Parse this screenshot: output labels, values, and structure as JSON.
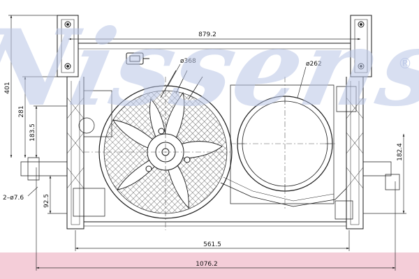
{
  "brand": {
    "watermark_text": "Nissens",
    "registered_mark": "®",
    "watermark_color": "#b8c4e6",
    "band_color": "#f4cdd8"
  },
  "dimensions": {
    "width_top": "879.2",
    "fan_diameter": "ø368",
    "shroud_diameter": "ø262",
    "height_total": "401",
    "height_mid": "281",
    "height_lower": "183.5",
    "height_right": "182.4",
    "hole_callout": "2–ø7.6",
    "height_small": "92.5",
    "width_mid": "561.5",
    "width_total": "1076.2"
  },
  "colors": {
    "line": "#1a1a1a",
    "dim_line": "#333333"
  }
}
